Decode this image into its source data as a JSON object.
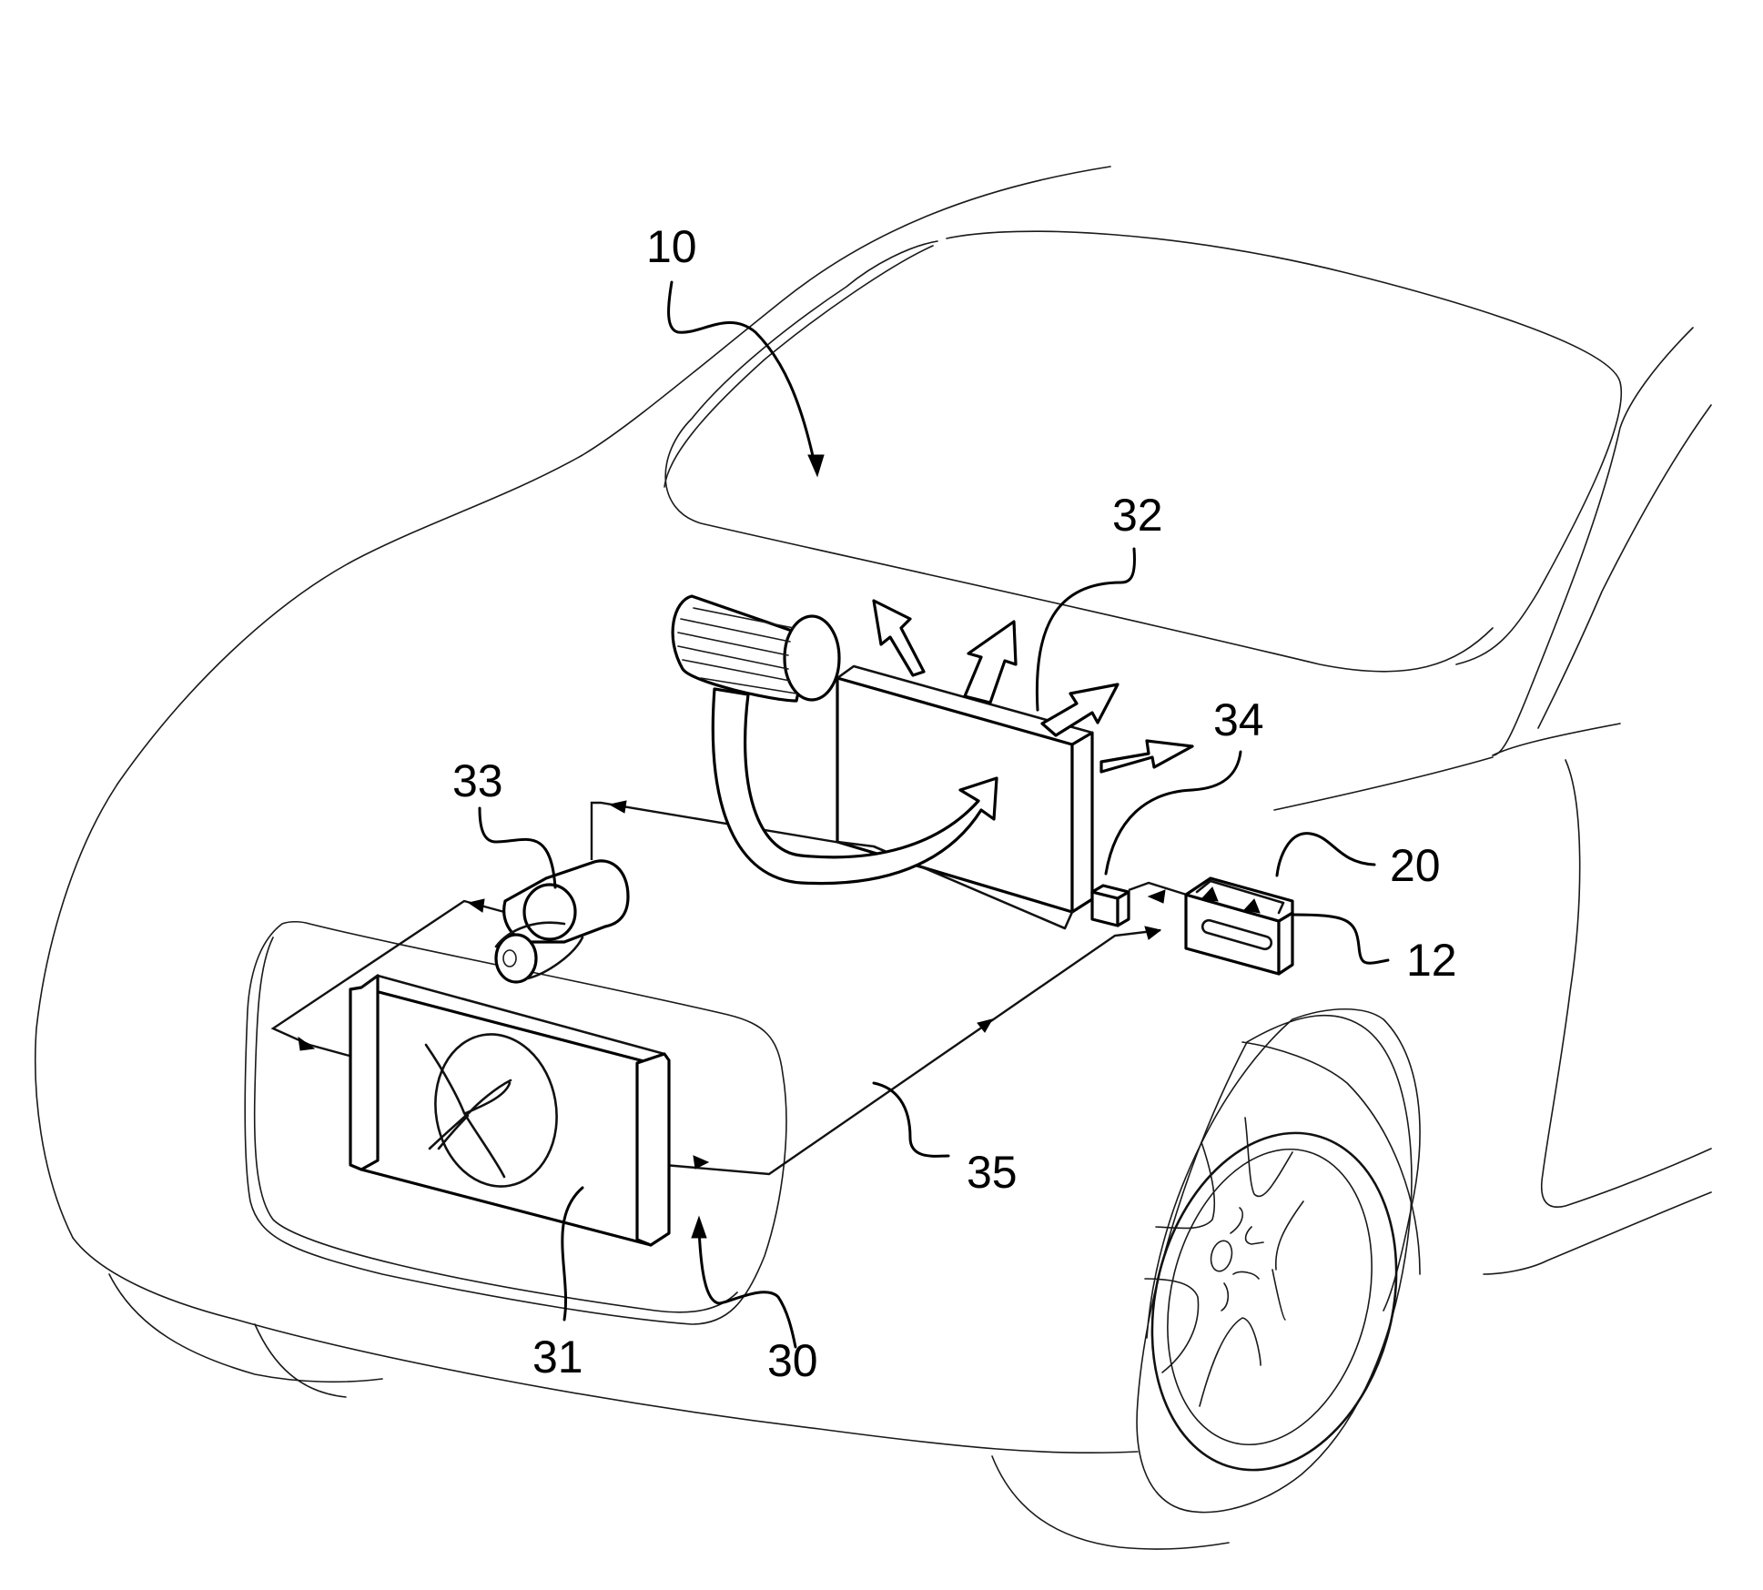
{
  "figure": {
    "title": "Vehicle thermal management system (patent drawing)",
    "line_color": "#000000",
    "background": "#ffffff"
  },
  "labels": {
    "vehicle": "10",
    "battery": "12",
    "battery_cooler": "20",
    "cooling_system": "30",
    "radiator_fan": "31",
    "heater_core": "32",
    "pump": "33",
    "valve": "34",
    "coolant_line": "35"
  },
  "components": [
    {
      "ref": "10",
      "name": "vehicle"
    },
    {
      "ref": "12",
      "name": "battery"
    },
    {
      "ref": "20",
      "name": "battery heat exchanger"
    },
    {
      "ref": "30",
      "name": "cooling circuit"
    },
    {
      "ref": "31",
      "name": "radiator with fan"
    },
    {
      "ref": "32",
      "name": "cabin heat exchanger"
    },
    {
      "ref": "33",
      "name": "coolant pump"
    },
    {
      "ref": "34",
      "name": "valve"
    },
    {
      "ref": "35",
      "name": "coolant line"
    }
  ]
}
